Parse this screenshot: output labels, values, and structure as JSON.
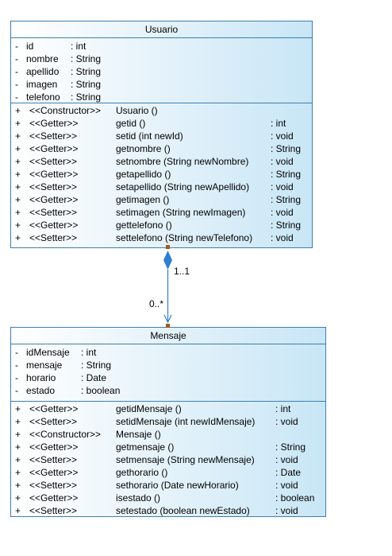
{
  "classes": {
    "usuario": {
      "name": "Usuario",
      "attributes": [
        {
          "vis": "-",
          "name": "id",
          "type": ": int"
        },
        {
          "vis": "-",
          "name": "nombre",
          "type": ": String"
        },
        {
          "vis": "-",
          "name": "apellido",
          "type": ": String"
        },
        {
          "vis": "-",
          "name": "imagen",
          "type": ": String"
        },
        {
          "vis": "-",
          "name": "telefono",
          "type": ": String"
        }
      ],
      "operations": [
        {
          "vis": "+",
          "stereo": "<<Constructor>>",
          "sig": "Usuario ()",
          "ret": ""
        },
        {
          "vis": "+",
          "stereo": "<<Getter>>",
          "sig": "getid ()",
          "ret": ": int"
        },
        {
          "vis": "+",
          "stereo": "<<Setter>>",
          "sig": "setid (int newId)",
          "ret": ": void"
        },
        {
          "vis": "+",
          "stereo": "<<Getter>>",
          "sig": "getnombre ()",
          "ret": ": String"
        },
        {
          "vis": "+",
          "stereo": "<<Setter>>",
          "sig": "setnombre (String newNombre)",
          "ret": ": void"
        },
        {
          "vis": "+",
          "stereo": "<<Getter>>",
          "sig": "getapellido ()",
          "ret": ": String"
        },
        {
          "vis": "+",
          "stereo": "<<Setter>>",
          "sig": "setapellido (String newApellido)",
          "ret": ": void"
        },
        {
          "vis": "+",
          "stereo": "<<Getter>>",
          "sig": "getimagen ()",
          "ret": ": String"
        },
        {
          "vis": "+",
          "stereo": "<<Setter>>",
          "sig": "setimagen (String newImagen)",
          "ret": ": void"
        },
        {
          "vis": "+",
          "stereo": "<<Getter>>",
          "sig": "gettelefono ()",
          "ret": ": String"
        },
        {
          "vis": "+",
          "stereo": "<<Setter>>",
          "sig": "settelefono (String newTelefono)",
          "ret": ": void"
        }
      ]
    },
    "mensaje": {
      "name": "Mensaje",
      "attributes": [
        {
          "vis": "-",
          "name": "idMensaje",
          "type": ": int"
        },
        {
          "vis": "-",
          "name": "mensaje",
          "type": ": String"
        },
        {
          "vis": "-",
          "name": "horario",
          "type": ": Date"
        },
        {
          "vis": "-",
          "name": "estado",
          "type": ": boolean"
        }
      ],
      "operations": [
        {
          "vis": "+",
          "stereo": "<<Getter>>",
          "sig": "getidMensaje ()",
          "ret": ": int"
        },
        {
          "vis": "+",
          "stereo": "<<Setter>>",
          "sig": "setidMensaje (int newIdMensaje)",
          "ret": ": void"
        },
        {
          "vis": "+",
          "stereo": "<<Constructor>>",
          "sig": "Mensaje ()",
          "ret": ""
        },
        {
          "vis": "+",
          "stereo": "<<Getter>>",
          "sig": "getmensaje ()",
          "ret": ": String"
        },
        {
          "vis": "+",
          "stereo": "<<Setter>>",
          "sig": "setmensaje (String newMensaje)",
          "ret": ": void"
        },
        {
          "vis": "+",
          "stereo": "<<Getter>>",
          "sig": "gethorario ()",
          "ret": ": Date"
        },
        {
          "vis": "+",
          "stereo": "<<Setter>>",
          "sig": "sethorario (Date newHorario)",
          "ret": ": void"
        },
        {
          "vis": "+",
          "stereo": "<<Getter>>",
          "sig": "isestado ()",
          "ret": ": boolean"
        },
        {
          "vis": "+",
          "stereo": "<<Setter>>",
          "sig": "setestado (boolean newEstado)",
          "ret": ": void"
        }
      ]
    }
  },
  "association": {
    "type": "composition",
    "source_multiplicity": "1..1",
    "target_multiplicity": "0..*"
  },
  "colors": {
    "border": "#3c7fb1",
    "fill": "#c8e6f6",
    "connector": "#2f7fd1",
    "endpoint": "#a05a1a"
  }
}
